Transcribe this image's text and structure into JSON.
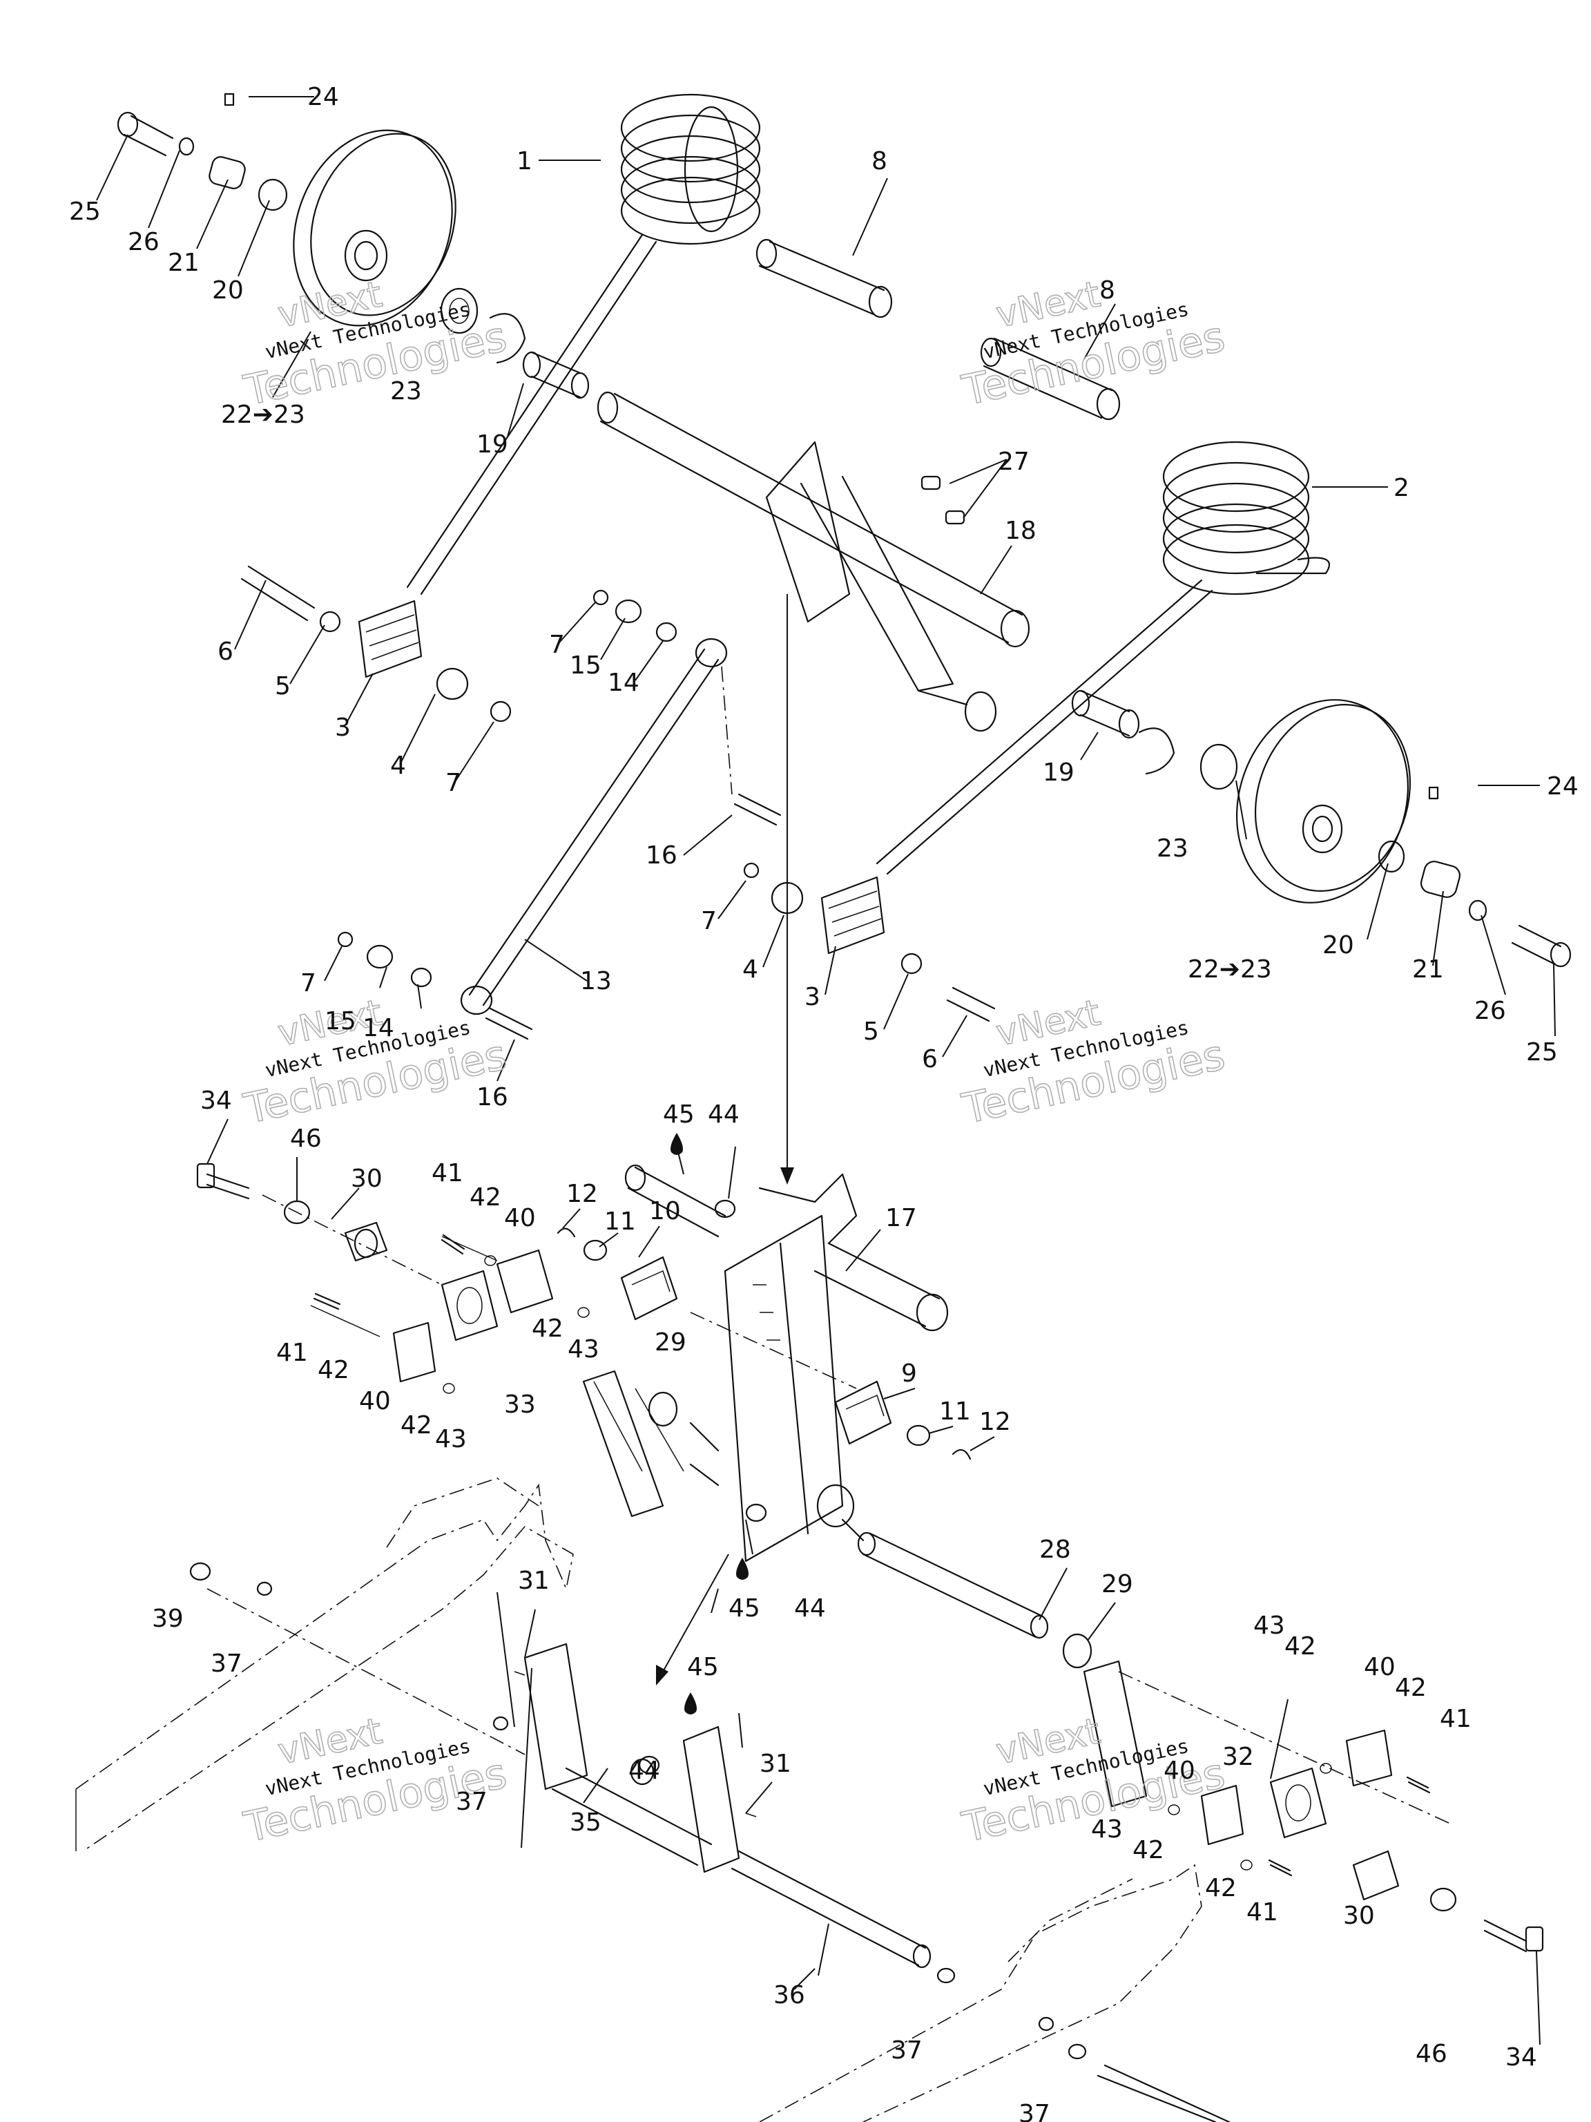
{
  "watermark": {
    "line1": "vNext",
    "line2": "vNext Technologies",
    "line3": "Technologies"
  },
  "callouts": [
    {
      "label": "1"
    },
    {
      "label": "2"
    },
    {
      "label": "3"
    },
    {
      "label": "3"
    },
    {
      "label": "4"
    },
    {
      "label": "4"
    },
    {
      "label": "5"
    },
    {
      "label": "5"
    },
    {
      "label": "6"
    },
    {
      "label": "6"
    },
    {
      "label": "7"
    },
    {
      "label": "7"
    },
    {
      "label": "7"
    },
    {
      "label": "7"
    },
    {
      "label": "8"
    },
    {
      "label": "8"
    },
    {
      "label": "9"
    },
    {
      "label": "10"
    },
    {
      "label": "11"
    },
    {
      "label": "11"
    },
    {
      "label": "12"
    },
    {
      "label": "12"
    },
    {
      "label": "13"
    },
    {
      "label": "14"
    },
    {
      "label": "14"
    },
    {
      "label": "15"
    },
    {
      "label": "15"
    },
    {
      "label": "16"
    },
    {
      "label": "16"
    },
    {
      "label": "17"
    },
    {
      "label": "18"
    },
    {
      "label": "19"
    },
    {
      "label": "19"
    },
    {
      "label": "20"
    },
    {
      "label": "20"
    },
    {
      "label": "21"
    },
    {
      "label": "21"
    },
    {
      "label": "22➔23"
    },
    {
      "label": "22➔23"
    },
    {
      "label": "23"
    },
    {
      "label": "23"
    },
    {
      "label": "24"
    },
    {
      "label": "24"
    },
    {
      "label": "25"
    },
    {
      "label": "25"
    },
    {
      "label": "26"
    },
    {
      "label": "26"
    },
    {
      "label": "27"
    },
    {
      "label": "28"
    },
    {
      "label": "29"
    },
    {
      "label": "29"
    },
    {
      "label": "30"
    },
    {
      "label": "30"
    },
    {
      "label": "31"
    },
    {
      "label": "31"
    },
    {
      "label": "32"
    },
    {
      "label": "33"
    },
    {
      "label": "34"
    },
    {
      "label": "34"
    },
    {
      "label": "35"
    },
    {
      "label": "36"
    },
    {
      "label": "37"
    },
    {
      "label": "37"
    },
    {
      "label": "37"
    },
    {
      "label": "37"
    },
    {
      "label": "39"
    },
    {
      "label": "40"
    },
    {
      "label": "40"
    },
    {
      "label": "40"
    },
    {
      "label": "40"
    },
    {
      "label": "41"
    },
    {
      "label": "41"
    },
    {
      "label": "41"
    },
    {
      "label": "41"
    },
    {
      "label": "42"
    },
    {
      "label": "42"
    },
    {
      "label": "42"
    },
    {
      "label": "42"
    },
    {
      "label": "42"
    },
    {
      "label": "42"
    },
    {
      "label": "42"
    },
    {
      "label": "42"
    },
    {
      "label": "43"
    },
    {
      "label": "43"
    },
    {
      "label": "43"
    },
    {
      "label": "43"
    },
    {
      "label": "44"
    },
    {
      "label": "44"
    },
    {
      "label": "44"
    },
    {
      "label": "45"
    },
    {
      "label": "45"
    },
    {
      "label": "45"
    },
    {
      "label": "46"
    },
    {
      "label": "46"
    }
  ]
}
